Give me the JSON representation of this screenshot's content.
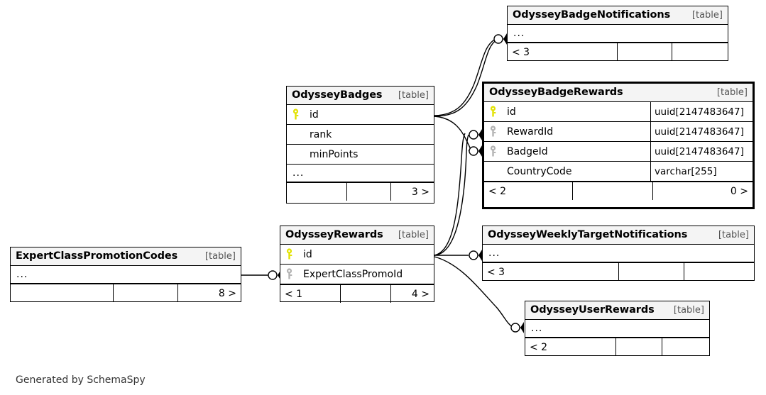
{
  "diagram": {
    "kind": "entity-relationship-diagram",
    "generator_note": "Generated by SchemaSpy",
    "table_tag": "[table]",
    "ellipsis": "...",
    "colors": {
      "pk_key": "#e2e200",
      "fk_key": "#b3b3b3",
      "header_bg": "#f4f4f4",
      "line": "#000000"
    }
  },
  "tables": [
    {
      "id": "OdysseyBadgeNotifications",
      "name": "OdysseyBadgeNotifications",
      "tag": "[table]",
      "focal": false,
      "columns": [
        {
          "key": "none",
          "name": "...",
          "type": ""
        }
      ],
      "footer": {
        "left": "< 3",
        "middle": "",
        "right": ""
      }
    },
    {
      "id": "OdysseyBadges",
      "name": "OdysseyBadges",
      "tag": "[table]",
      "focal": false,
      "columns": [
        {
          "key": "primary",
          "name": "id",
          "type": ""
        },
        {
          "key": "none",
          "name": "rank",
          "type": ""
        },
        {
          "key": "none",
          "name": "minPoints",
          "type": ""
        },
        {
          "key": "none",
          "name": "...",
          "type": ""
        }
      ],
      "footer": {
        "left": "",
        "middle": "",
        "right": "3 >"
      }
    },
    {
      "id": "OdysseyBadgeRewards",
      "name": "OdysseyBadgeRewards",
      "tag": "[table]",
      "focal": true,
      "columns": [
        {
          "key": "primary",
          "name": "id",
          "type": "uuid[2147483647]"
        },
        {
          "key": "foreign",
          "name": "RewardId",
          "type": "uuid[2147483647]"
        },
        {
          "key": "foreign",
          "name": "BadgeId",
          "type": "uuid[2147483647]"
        },
        {
          "key": "none",
          "name": "CountryCode",
          "type": "varchar[255]"
        }
      ],
      "footer": {
        "left": "< 2",
        "middle": "",
        "right": "0 >"
      }
    },
    {
      "id": "ExpertClassPromotionCodes",
      "name": "ExpertClassPromotionCodes",
      "tag": "[table]",
      "focal": false,
      "columns": [
        {
          "key": "none",
          "name": "...",
          "type": ""
        }
      ],
      "footer": {
        "left": "",
        "middle": "",
        "right": "8 >"
      }
    },
    {
      "id": "OdysseyRewards",
      "name": "OdysseyRewards",
      "tag": "[table]",
      "focal": false,
      "columns": [
        {
          "key": "primary",
          "name": "id",
          "type": ""
        },
        {
          "key": "foreign",
          "name": "ExpertClassPromoId",
          "type": ""
        }
      ],
      "footer": {
        "left": "< 1",
        "middle": "",
        "right": "4 >"
      }
    },
    {
      "id": "OdysseyWeeklyTargetNotifications",
      "name": "OdysseyWeeklyTargetNotifications",
      "tag": "[table]",
      "focal": false,
      "columns": [
        {
          "key": "none",
          "name": "...",
          "type": ""
        }
      ],
      "footer": {
        "left": "< 3",
        "middle": "",
        "right": ""
      }
    },
    {
      "id": "OdysseyUserRewards",
      "name": "OdysseyUserRewards",
      "tag": "[table]",
      "focal": false,
      "columns": [
        {
          "key": "none",
          "name": "...",
          "type": ""
        }
      ],
      "footer": {
        "left": "< 2",
        "middle": "",
        "right": ""
      }
    }
  ],
  "relationships": [
    {
      "from": "OdysseyBadges.id",
      "to": "OdysseyBadgeNotifications",
      "cardinality": "zero-or-many"
    },
    {
      "from": "OdysseyBadges.id",
      "to": "OdysseyBadgeRewards.BadgeId",
      "cardinality": "zero-or-many"
    },
    {
      "from": "OdysseyRewards.id",
      "to": "OdysseyBadgeRewards.RewardId",
      "cardinality": "zero-or-many"
    },
    {
      "from": "OdysseyRewards.id",
      "to": "OdysseyWeeklyTargetNotifications",
      "cardinality": "zero-or-many"
    },
    {
      "from": "OdysseyRewards.id",
      "to": "OdysseyUserRewards",
      "cardinality": "zero-or-many"
    },
    {
      "from": "ExpertClassPromotionCodes",
      "to": "OdysseyRewards.ExpertClassPromoId",
      "cardinality": "zero-or-many"
    }
  ]
}
